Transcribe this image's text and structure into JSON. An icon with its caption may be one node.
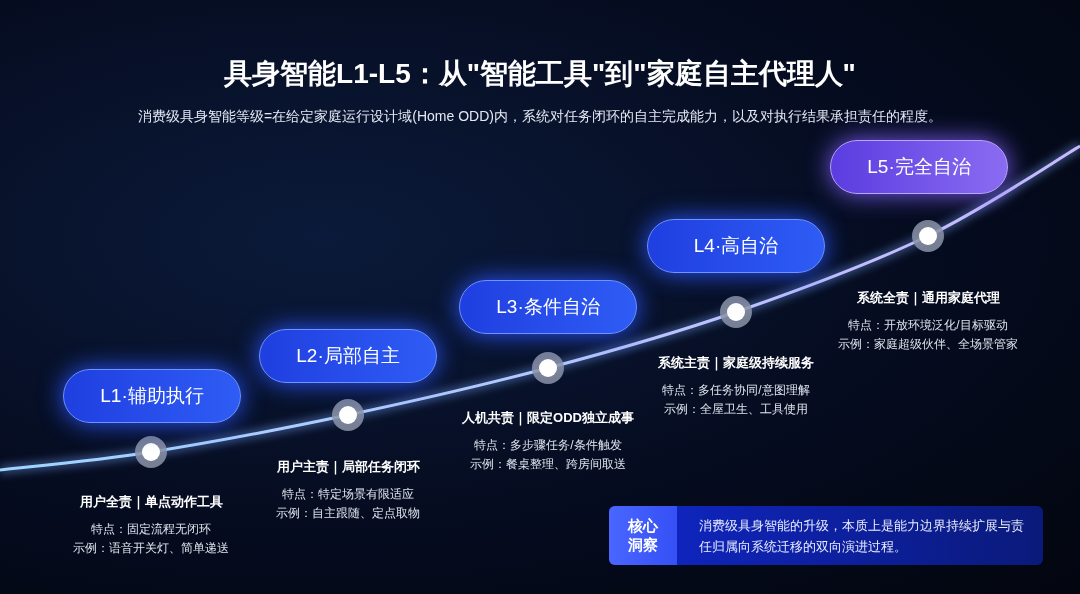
{
  "diagram": {
    "title": "具身智能L1-L5：从\"智能工具\"到\"家庭自主代理人\"",
    "nodes": [
      {
        "text": [
          "L1·辅助执行"
        ],
        "beside": [
          "用户全责｜单点动作工具",
          "特点：固定流程无闭环",
          "示例：语音开关灯、简单递送"
        ]
      },
      {
        "text": [
          "L2·局部自主"
        ],
        "beside": [
          "用户主责｜局部任务闭环",
          "特点：特定场景有限适应",
          "示例：自主跟随、定点取物"
        ]
      },
      {
        "text": [
          "L3·条件自治"
        ],
        "beside": [
          "人机共责｜限定ODD独立成事",
          "特点：多步骤任务/条件触发",
          "示例：餐桌整理、跨房间取送"
        ]
      },
      {
        "text": [
          "L4·高自治"
        ],
        "beside": [
          "系统主责｜家庭级持续服务",
          "特点：多任务协同/意图理解",
          "示例：全屋卫生、工具使用"
        ]
      },
      {
        "text": [
          "L5·完全自治"
        ],
        "beside": [
          "系统全责｜通用家庭代理",
          "特点：开放环境泛化/目标驱动",
          "示例：家庭超级伙伴、全场景管家"
        ]
      },
      {
        "text": [
          "核心洞察",
          "消费级具身智能的升级，本质上是能力边界持续扩展与责任归属向系统迁移的双向演进过程。"
        ]
      }
    ],
    "labels": [
      "消费级具身智能等级=在给定家庭运行设计域(Home ODD)内，系统对任务闭环的自主完成能力，以及对执行结果承担责任的程度。"
    ]
  }
}
